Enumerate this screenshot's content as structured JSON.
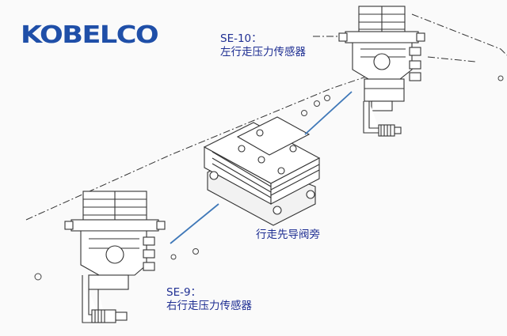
{
  "brand": {
    "name": "KOBELCO",
    "color": "#1f4fa8"
  },
  "labels": {
    "se10_code": "SE-10：",
    "se10_desc": "左行走压力传感器",
    "valve_desc": "行走先导阀旁",
    "se9_code": "SE-9：",
    "se9_desc": "右行走压力传感器"
  },
  "colors": {
    "label_text": "#1f2f93",
    "pointer_line": "#3f78b8",
    "drawing": "#333333"
  },
  "icons": [
    "sensor-icon",
    "pilot-valve-icon",
    "fitting-icon"
  ]
}
